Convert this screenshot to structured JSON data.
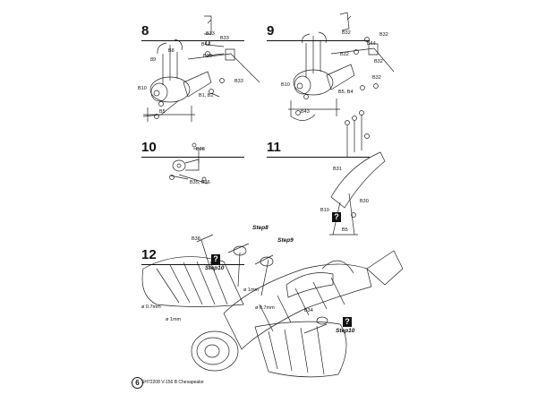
{
  "steps": {
    "s8": "8",
    "s9": "9",
    "s10": "10",
    "s11": "11",
    "s12": "12"
  },
  "step8": {
    "labels": [
      "B33",
      "B44",
      "B33",
      "89",
      "B8",
      "B33",
      "B10",
      "B1, B2",
      "B5",
      "B33"
    ]
  },
  "step9": {
    "labels": [
      "B32",
      "B44",
      "B32",
      "B32",
      "B32",
      "B10",
      "B43",
      "B5, B4",
      "B32"
    ]
  },
  "step10": {
    "labels": [
      "B28",
      "B35, B36"
    ]
  },
  "step11": {
    "labels": [
      "B31",
      "B10",
      "B5",
      "B30"
    ]
  },
  "step12": {
    "labels": [
      "B38",
      "B34",
      "ø 0.7mm",
      "ø 1mm",
      "ø 1mm",
      "ø 0.7mm"
    ],
    "refs": [
      "Step8",
      "Step9",
      "Step10",
      "Step10"
    ]
  },
  "question_mark": "?",
  "footer": {
    "page_number": "6",
    "text": "SH72208 V-156 B Chesapeake"
  }
}
